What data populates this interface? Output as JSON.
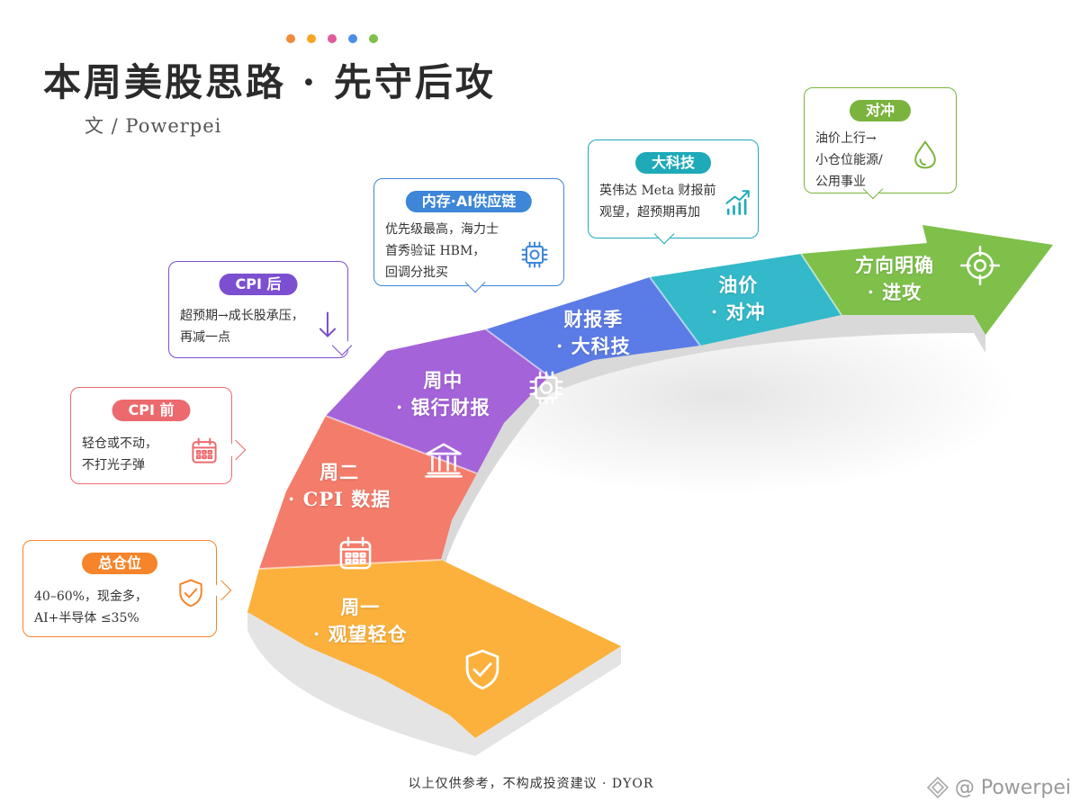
{
  "header": {
    "dots": [
      "#f08a3c",
      "#f5a623",
      "#e05b9b",
      "#4a8ee6",
      "#7ec04a"
    ],
    "title": "本周美股思路 · 先守后攻",
    "author": "文 / Powerpei"
  },
  "segments": [
    {
      "label": "周一\n· 观望轻仓",
      "color": "#fbb13c",
      "icon": "shield-check-icon"
    },
    {
      "label": "周二\n· CPI 数据",
      "color": "#f47c6a",
      "icon": "calendar-icon"
    },
    {
      "label": "周中\n· 银行财报",
      "color": "#a463d8",
      "icon": "bank-icon"
    },
    {
      "label": "财报季\n· 大科技",
      "color": "#5b7be6",
      "icon": "chip-icon"
    },
    {
      "label": "油价\n· 对冲",
      "color": "#33b9c9",
      "icon": ""
    },
    {
      "label": "方向明确\n· 进攻",
      "color": "#7ec04a",
      "icon": "target-icon"
    }
  ],
  "cards": [
    {
      "id": "position",
      "badge": "总仓位",
      "color": "#f5842a",
      "text": "40–60%，现金多，\nAI+半导体 ≤35%",
      "icon": "shield-check-icon"
    },
    {
      "id": "cpi-before",
      "badge": "CPI 前",
      "color": "#ec6a6e",
      "text": "轻仓或不动，\n不打光子弹",
      "icon": "calendar-icon"
    },
    {
      "id": "cpi-after",
      "badge": "CPI 后",
      "color": "#7b4fd0",
      "text": "超预期→成长股承压，\n再减一点",
      "icon": "arrow-down-icon"
    },
    {
      "id": "memory-ai",
      "badge": "内存·AI供应链",
      "color": "#3d86d8",
      "text": "优先级最高，海力士\n首秀验证 HBM，\n回调分批买",
      "icon": "chip-icon"
    },
    {
      "id": "big-tech",
      "badge": "大科技",
      "color": "#1eaab8",
      "text": "英伟达 Meta 财报前\n观望，超预期再加",
      "icon": "chart-up-icon"
    },
    {
      "id": "hedge",
      "badge": "对冲",
      "color": "#7ab43e",
      "text": "油价上行→\n小仓位能源/\n公用事业",
      "icon": "drop-icon"
    }
  ],
  "footer": {
    "disclaimer": "以上仅供参考，不构成投资建议 · DYOR",
    "watermark": "@ Powerpei"
  }
}
